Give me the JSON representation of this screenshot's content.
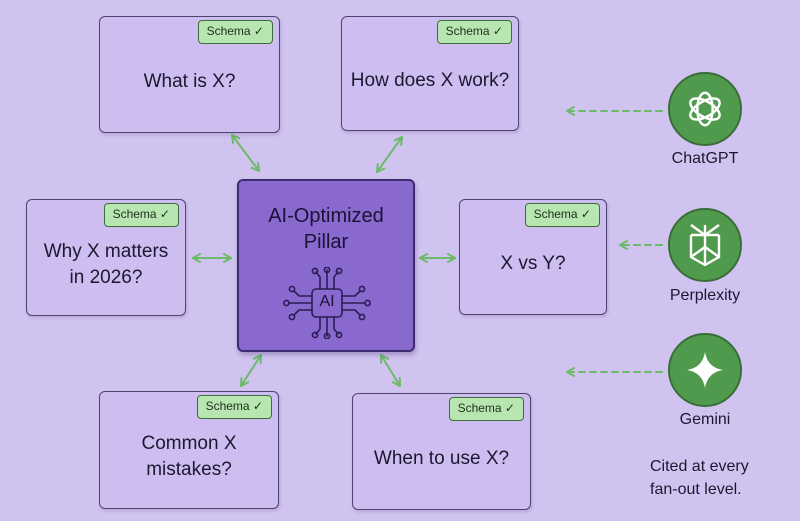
{
  "pillar": {
    "title": "AI-Optimized\nPillar",
    "chip_label": "AI"
  },
  "badge_label": "Schema ✓",
  "topics": [
    {
      "id": "what-is-x",
      "label": "What is X?"
    },
    {
      "id": "how-does-x-work",
      "label": "How does X work?"
    },
    {
      "id": "why-x-matters",
      "label": "Why X matters\nin 2026?"
    },
    {
      "id": "x-vs-y",
      "label": "X vs Y?"
    },
    {
      "id": "common-x-mistakes",
      "label": "Common X\nmistakes?"
    },
    {
      "id": "when-to-use-x",
      "label": "When to use X?"
    }
  ],
  "engines": [
    {
      "name": "ChatGPT",
      "icon": "openai-knot-icon"
    },
    {
      "name": "Perplexity",
      "icon": "perplexity-icon"
    },
    {
      "name": "Gemini",
      "icon": "gemini-sparkle-icon"
    }
  ],
  "note": "Cited at every\nfan-out level.",
  "colors": {
    "background": "#d1c3f0",
    "card": "#cdbdf0",
    "pillar": "#8a69cf",
    "badge": "#b8e6b0",
    "arrow": "#6dba6a",
    "logo": "#4f9a4d"
  }
}
